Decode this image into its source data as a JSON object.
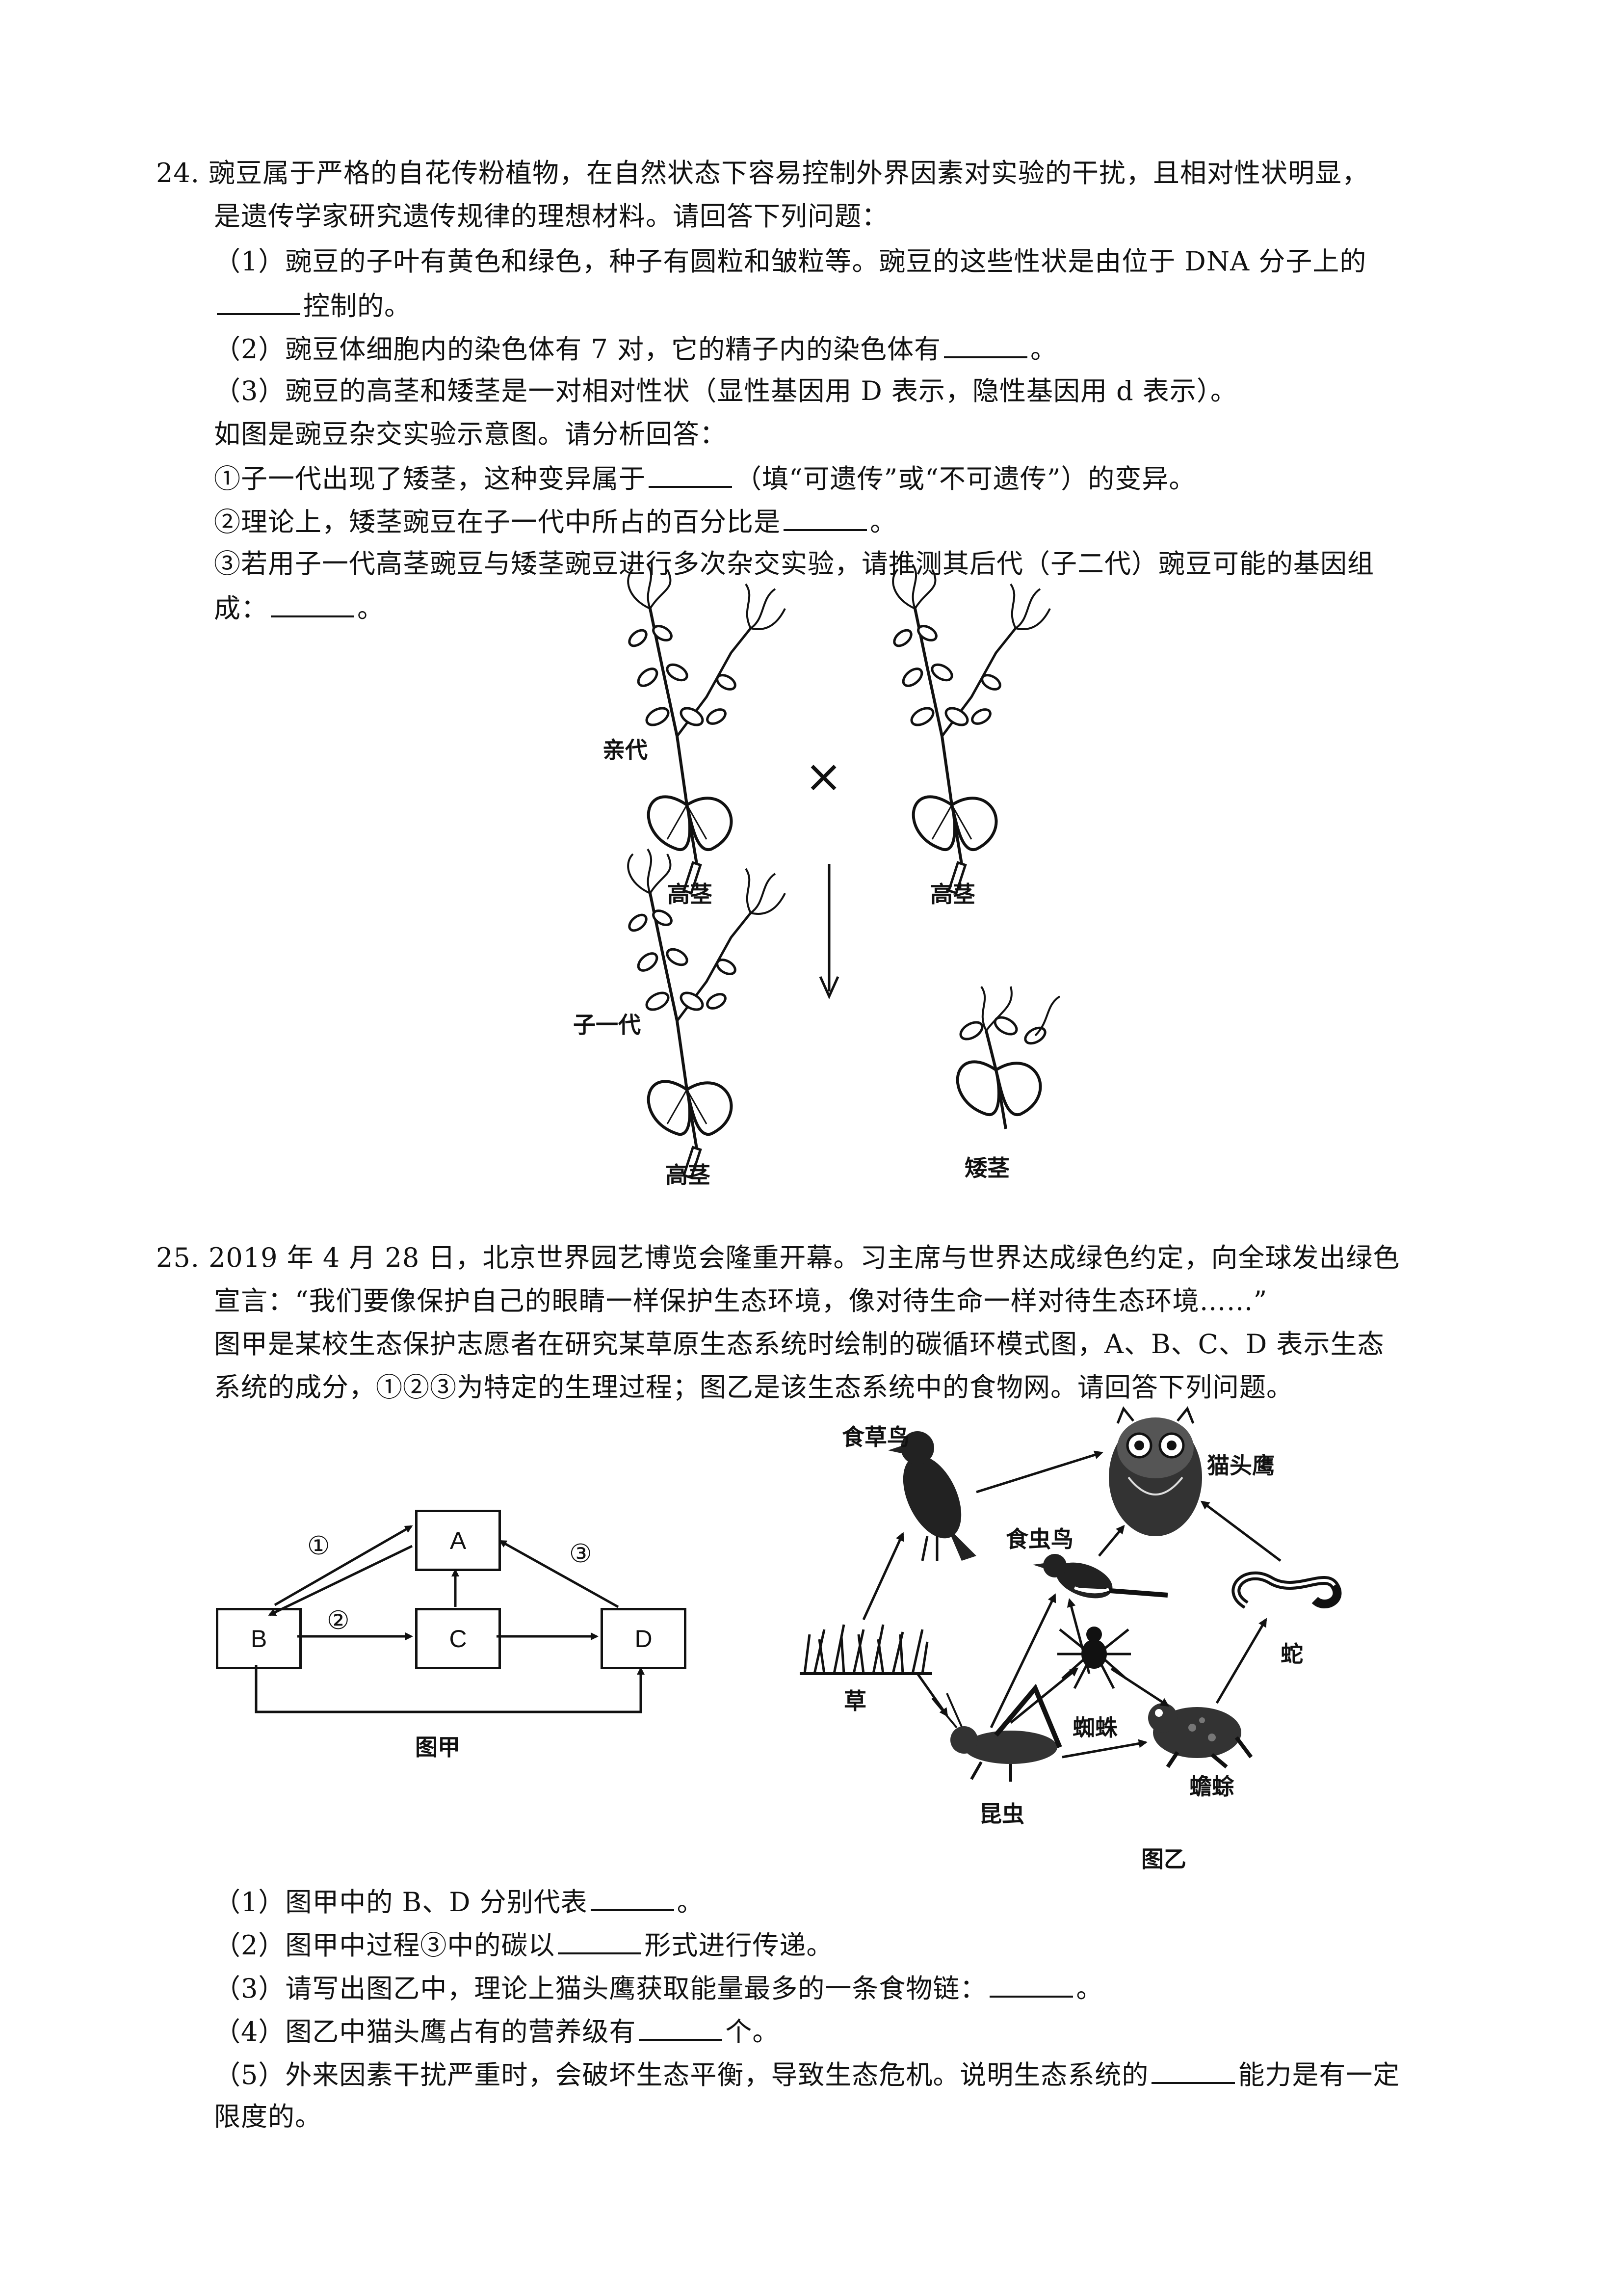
{
  "q24": {
    "number": "24.",
    "intro_1": "豌豆属于严格的自花传粉植物，在自然状态下容易控制外界因素对实验的干扰，且相对性状明显，",
    "intro_2": "是遗传学家研究遗传规律的理想材料。请回答下列问题：",
    "p1_a": "（1）豌豆的子叶有黄色和绿色，种子有圆粒和皱粒等。豌豆的这些性状是由位于 DNA 分子上的",
    "p1_b": "控制的。",
    "p2_a": "（2）豌豆体细胞内的染色体有 7 对，它的精子内的染色体有",
    "p2_b": "。",
    "p3": "（3）豌豆的高茎和矮茎是一对相对性状（显性基因用 D 表示，隐性基因用 d 表示）。",
    "p3_intro": "如图是豌豆杂交实验示意图。请分析回答：",
    "s1_a": "①子一代出现了矮茎，这种变异属于",
    "s1_b": "（填“可遗传”或“不可遗传”）的变异。",
    "s2_a": "②理论上，矮茎豌豆在子一代中所占的百分比是",
    "s2_b": "。",
    "s3_a": "③若用子一代高茎豌豆与矮茎豌豆进行多次杂交实验，请推测其后代（子二代）豌豆可能的基因组",
    "s3_b": "成：",
    "s3_c": "。",
    "figure": {
      "parent_label": "亲代",
      "offspring_label": "子一代",
      "tall_1": "高茎",
      "tall_2": "高茎",
      "tall_3": "高茎",
      "short": "矮茎",
      "cross_symbol": "×"
    }
  },
  "q25": {
    "number": "25.",
    "intro_1": "2019 年 4 月 28 日，北京世界园艺博览会隆重开幕。习主席与世界达成绿色约定，向全球发出绿色",
    "intro_2": "宣言：“我们要像保护自己的眼睛一样保护生态环境，像对待生命一样对待生态环境……”",
    "intro_3": "图甲是某校生态保护志愿者在研究某草原生态系统时绘制的碳循环模式图，A、B、C、D 表示生态",
    "intro_4": "系统的成分，①②③为特定的生理过程；图乙是该生态系统中的食物网。请回答下列问题。",
    "fig_jia": {
      "caption": "图甲",
      "A": "A",
      "B": "B",
      "C": "C",
      "D": "D",
      "p1": "①",
      "p2": "②",
      "p3": "③"
    },
    "fig_yi": {
      "caption": "图乙",
      "seed_bird": "食草鸟",
      "owl": "猫头鹰",
      "insect_bird": "食虫鸟",
      "snake": "蛇",
      "grass": "草",
      "spider": "蜘蛛",
      "toad": "蟾蜍",
      "insect": "昆虫"
    },
    "a1_a": "（1）图甲中的 B、D 分别代表",
    "a1_b": "。",
    "a2_a": "（2）图甲中过程③中的碳以",
    "a2_b": "形式进行传递。",
    "a3_a": "（3）请写出图乙中，理论上猫头鹰获取能量最多的一条食物链：",
    "a3_b": "。",
    "a4_a": "（4）图乙中猫头鹰占有的营养级有",
    "a4_b": "个。",
    "a5_a": "（5）外来因素干扰严重时，会破坏生态平衡，导致生态危机。说明生态系统的",
    "a5_b": "能力是有一定",
    "a5_c": "限度的。"
  }
}
